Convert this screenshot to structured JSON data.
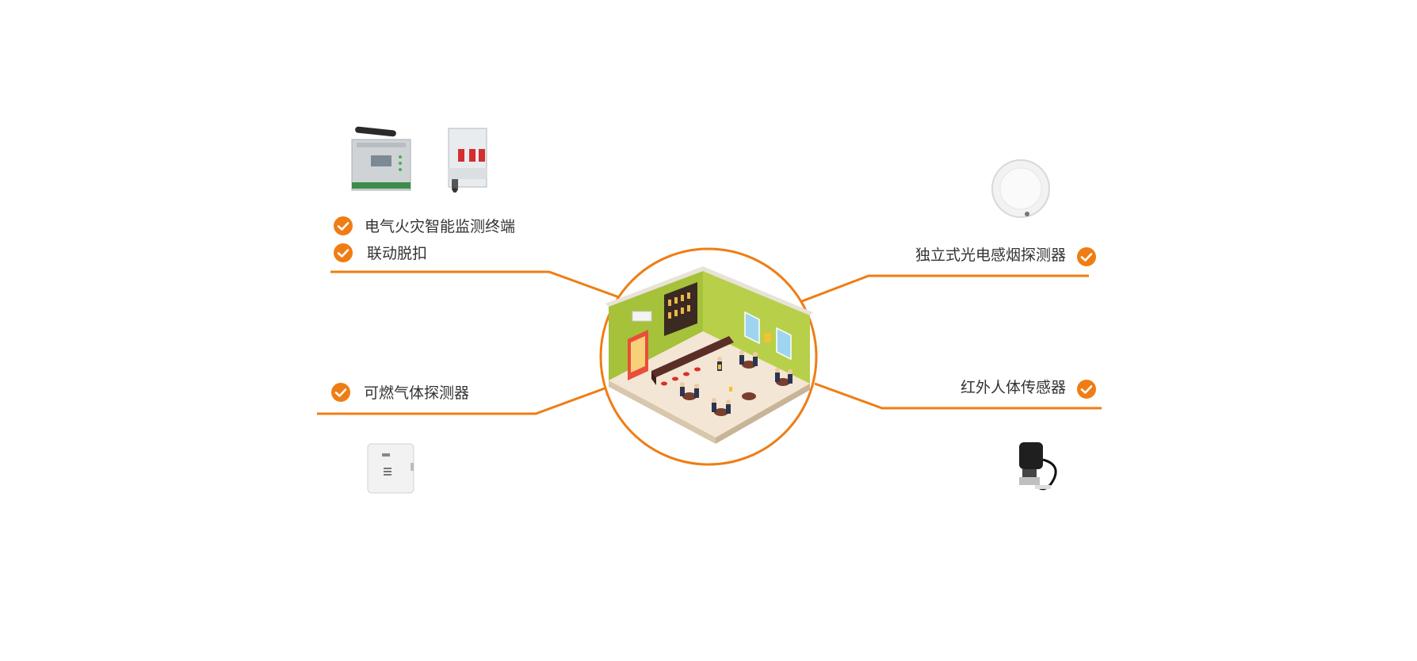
{
  "colors": {
    "accent": "#ef7d14",
    "text": "#333333",
    "wall": "#a6c13a",
    "floor": "#f3e6d4"
  },
  "items": {
    "electrical_terminal": {
      "label": "电气火灾智能监测终端",
      "icon": "check-icon"
    },
    "linkage_trip": {
      "label": "联动脱扣",
      "icon": "check-icon"
    },
    "gas_detector": {
      "label": "可燃气体探测器",
      "icon": "check-icon"
    },
    "smoke_detector": {
      "label": "独立式光电感烟探测器",
      "icon": "check-icon"
    },
    "infrared_sensor": {
      "label": "红外人体传感器",
      "icon": "check-icon"
    }
  },
  "devices": {
    "monitor_terminal": "wireless-monitoring-terminal-device",
    "circuit_breaker": "circuit-breaker-device",
    "gas_box": "gas-detector-device",
    "smoke_sensor": "smoke-detector-device",
    "valve_manipulator": "valve-manipulator-device"
  },
  "center": {
    "scene": "isometric-restaurant-scene"
  }
}
